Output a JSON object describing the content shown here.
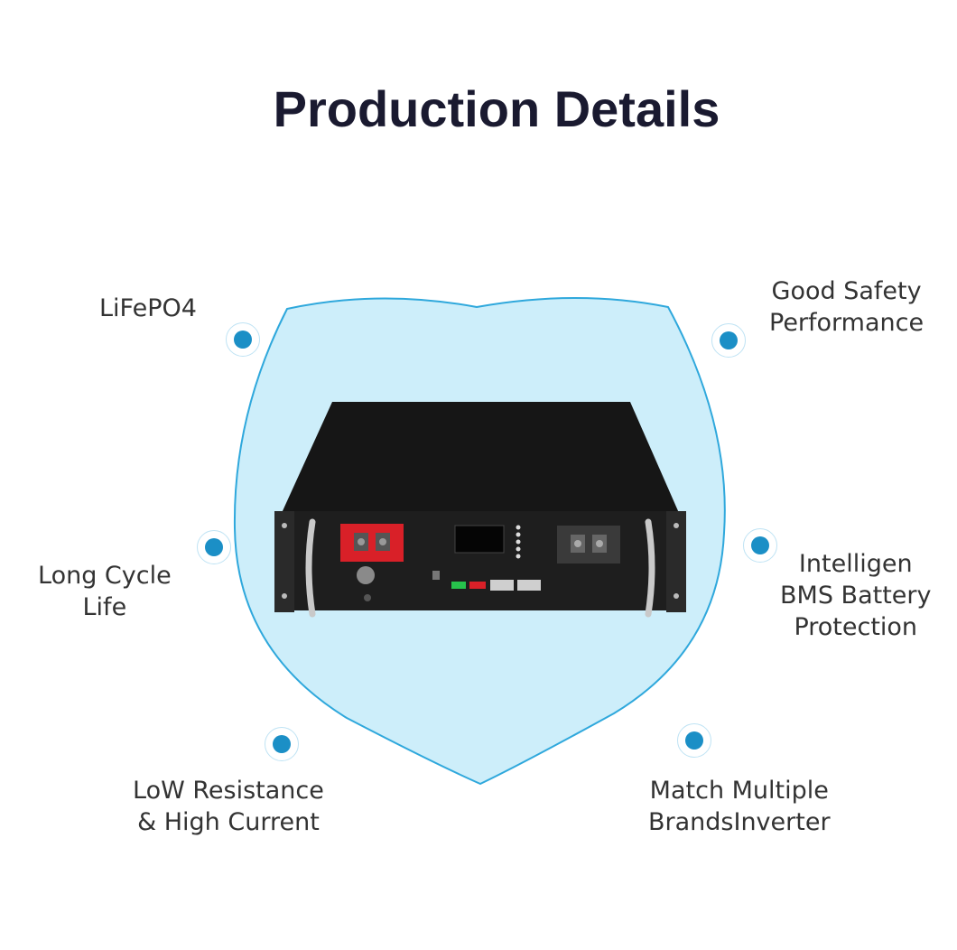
{
  "title": "Production Details",
  "features": {
    "lifepo4": {
      "lines": [
        "LiFePO4"
      ]
    },
    "safety": {
      "lines": [
        "Good Safety",
        "Performance"
      ]
    },
    "cycle": {
      "lines": [
        "Long Cycle",
        "Life"
      ]
    },
    "bms": {
      "lines": [
        "Intelligen",
        "BMS Battery",
        "Protection"
      ]
    },
    "resistance": {
      "lines": [
        "LoW Resistance",
        "& High Current"
      ]
    },
    "inverter": {
      "lines": [
        "Match Multiple",
        "BrandsInverter"
      ]
    }
  },
  "colors": {
    "shield_fill": "#cdeefa",
    "shield_stroke": "#2fa8dc",
    "dot": "#1b8fc6",
    "title": "#1a1a30",
    "battery_body": "#1e1e1e",
    "terminal_positive": "#d92028",
    "terminal_negative": "#333333"
  },
  "icons": [
    "shield-icon",
    "battery-module-icon",
    "bullet-dot-icon"
  ]
}
